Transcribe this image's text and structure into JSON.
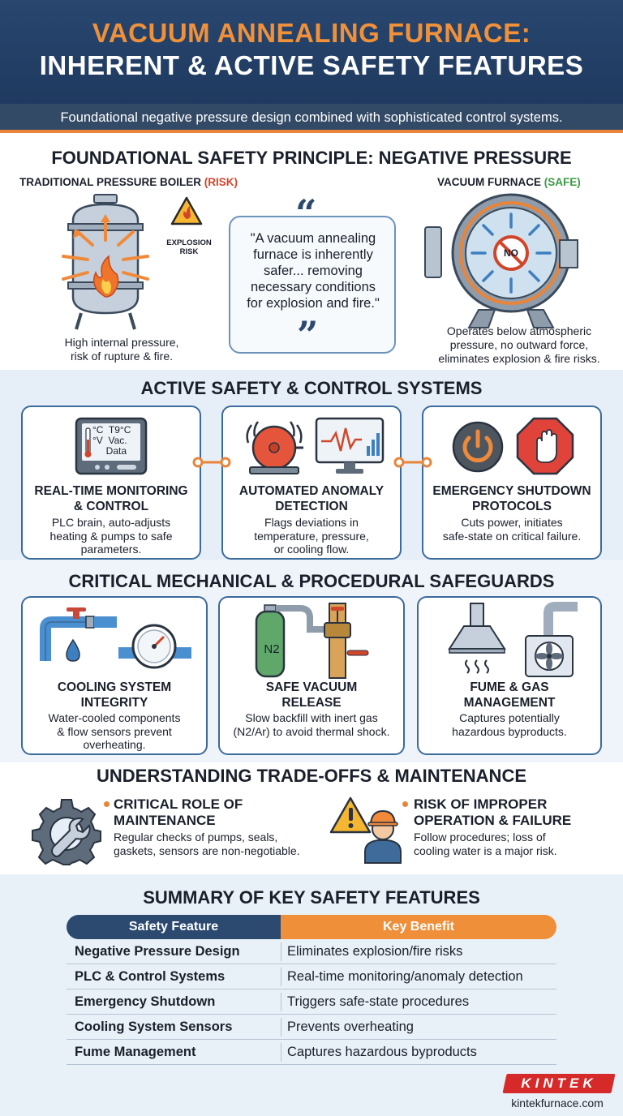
{
  "header": {
    "title_line1": "VACUUM ANNEALING FURNACE:",
    "title_line2": "INHERENT & ACTIVE SAFETY FEATURES",
    "subtitle": "Foundational negative pressure design combined with sophisticated control systems."
  },
  "foundational": {
    "title": "FOUNDATIONAL SAFETY PRINCIPLE: NEGATIVE PRESSURE",
    "left_label": "TRADITIONAL PRESSURE BOILER",
    "left_tag": "(RISK)",
    "explosion_label_1": "EXPLOSION",
    "explosion_label_2": "RISK",
    "left_caption_1": "High internal pressure,",
    "left_caption_2": "risk of rupture & fire.",
    "quote_lines": [
      "\"A vacuum annealing",
      "furnace is inherently",
      "safer... removing",
      "necessary conditions",
      "for explosion and fire.\""
    ],
    "right_label": "VACUUM FURNACE",
    "right_tag": "(SAFE)",
    "no_label": "NO",
    "right_caption_1": "Operates below atmospheric",
    "right_caption_2": "pressure, no outward force,",
    "right_caption_3": "eliminates explosion & fire risks."
  },
  "active": {
    "title": "ACTIVE SAFETY & CONTROL SYSTEMS",
    "monitor_text": [
      "°C  T9°C",
      "°V  Vac.",
      "     Data"
    ],
    "cards": [
      {
        "title_1": "REAL-TIME MONITORING",
        "title_2": "& CONTROL",
        "desc": [
          "PLC brain, auto-adjusts",
          "heating & pumps to safe",
          "parameters."
        ]
      },
      {
        "title_1": "AUTOMATED ANOMALY",
        "title_2": "DETECTION",
        "desc": [
          "Flags deviations in",
          "temperature, pressure,",
          "or cooling flow."
        ]
      },
      {
        "title_1": "EMERGENCY SHUTDOWN",
        "title_2": "PROTOCOLS",
        "desc": [
          "Cuts power, initiates",
          "safe-state on critical failure."
        ]
      }
    ]
  },
  "mechanical": {
    "title": "CRITICAL MECHANICAL & PROCEDURAL SAFEGUARDS",
    "n2_label": "N2",
    "cards": [
      {
        "title_1": "COOLING SYSTEM",
        "title_2": "INTEGRITY",
        "desc": [
          "Water-cooled components",
          "& flow sensors prevent",
          "overheating."
        ]
      },
      {
        "title_1": "SAFE VACUUM",
        "title_2": "RELEASE",
        "desc": [
          "Slow backfill with inert gas",
          "(N2/Ar) to avoid thermal shock."
        ]
      },
      {
        "title_1": "FUME & GAS",
        "title_2": "MANAGEMENT",
        "desc": [
          "Captures potentially",
          "hazardous byproducts."
        ]
      }
    ]
  },
  "tradeoffs": {
    "title": "UNDERSTANDING TRADE-OFFS & MAINTENANCE",
    "items": [
      {
        "title_1": "CRITICAL ROLE OF",
        "title_2": "MAINTENANCE",
        "desc": [
          "Regular checks of pumps, seals,",
          "gaskets, sensors are non-negotiable."
        ]
      },
      {
        "title_1": "RISK OF IMPROPER",
        "title_2": "OPERATION & FAILURE",
        "desc": [
          "Follow procedures; loss of",
          "cooling water is a major risk."
        ]
      }
    ]
  },
  "summary": {
    "title": "SUMMARY OF KEY SAFETY FEATURES",
    "headers": [
      "Safety Feature",
      "Key Benefit"
    ],
    "rows": [
      [
        "Negative Pressure Design",
        "Eliminates explosion/fire risks"
      ],
      [
        "PLC & Control Systems",
        "Real-time monitoring/anomaly detection"
      ],
      [
        "Emergency Shutdown",
        "Triggers safe-state procedures"
      ],
      [
        "Cooling System Sensors",
        "Prevents overheating"
      ],
      [
        "Fume Management",
        "Captures hazardous byproducts"
      ]
    ]
  },
  "footer": {
    "logo": "KINTEK",
    "site": "kintekfurnace.com"
  },
  "colors": {
    "navy": "#1f3a5f",
    "orange": "#e8853a",
    "risk_red": "#d1462b",
    "safe_green": "#3b9a43",
    "light_blue": "#e6eff7",
    "brand_red": "#d62a2a"
  }
}
